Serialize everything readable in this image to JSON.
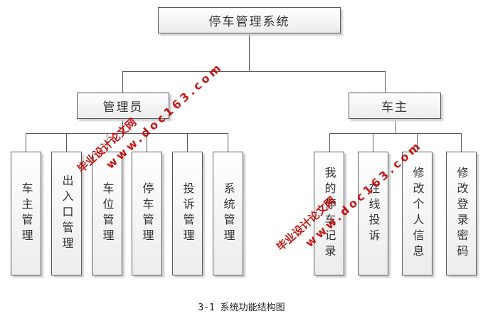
{
  "root": {
    "label": "停车管理系统"
  },
  "branches": [
    {
      "label": "管理员",
      "children": [
        "车主管理",
        "出入口管理",
        "车位管理",
        "停车管理",
        "投诉管理",
        "系统管理"
      ]
    },
    {
      "label": "车主",
      "children": [
        "我的停车记录",
        "在线投诉",
        "修改个人信息",
        "修改登录密码"
      ]
    }
  ],
  "caption": "3-1  系统功能结构图",
  "watermarks": [
    {
      "line1": "毕业设计论文网",
      "line2": "www.doc163.com"
    },
    {
      "line1": "毕业设计论文网",
      "line2": "www.doc163.com"
    }
  ],
  "colors": {
    "border": "#5a5a5a",
    "text": "#333333",
    "watermark": "#c00000"
  }
}
